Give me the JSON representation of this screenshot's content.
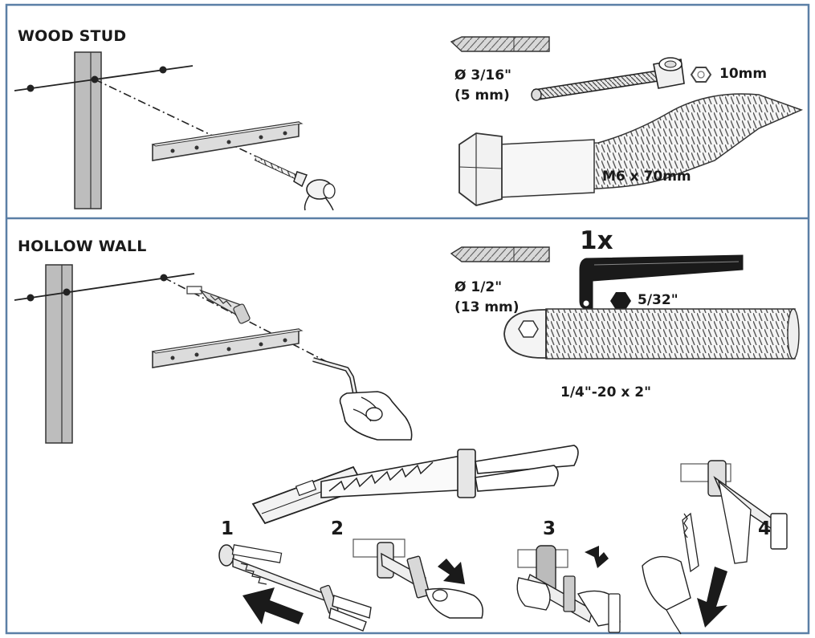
{
  "sections": {
    "wood_stud": {
      "title": "WOOD STUD",
      "drill_label": "Ø 3/16\"",
      "drill_mm": "(5 mm)",
      "nut_size": "10mm",
      "bolt_label": "M6 x 70mm"
    },
    "hollow_wall": {
      "title": "HOLLOW WALL",
      "drill_label": "Ø 1/2\"",
      "drill_mm": "(13 mm)",
      "quantity": "1x",
      "hex_key_size": "5/32\"",
      "screw_label": "1/4\"-20 x 2\""
    }
  },
  "steps": [
    "1",
    "2",
    "3",
    "4"
  ],
  "colors": {
    "frame": "#5b7fa6",
    "ink": "#1a1a1a",
    "gray": "#bdbdbd",
    "light": "#ececec"
  }
}
